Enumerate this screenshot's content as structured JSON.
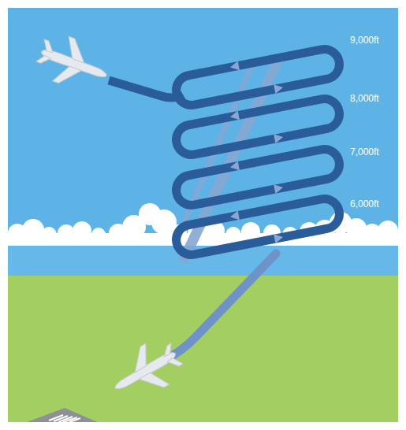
{
  "diagram": {
    "labels": [
      "9,000ft",
      "8,000ft",
      "7,000ft",
      "6,000ft"
    ]
  }
}
